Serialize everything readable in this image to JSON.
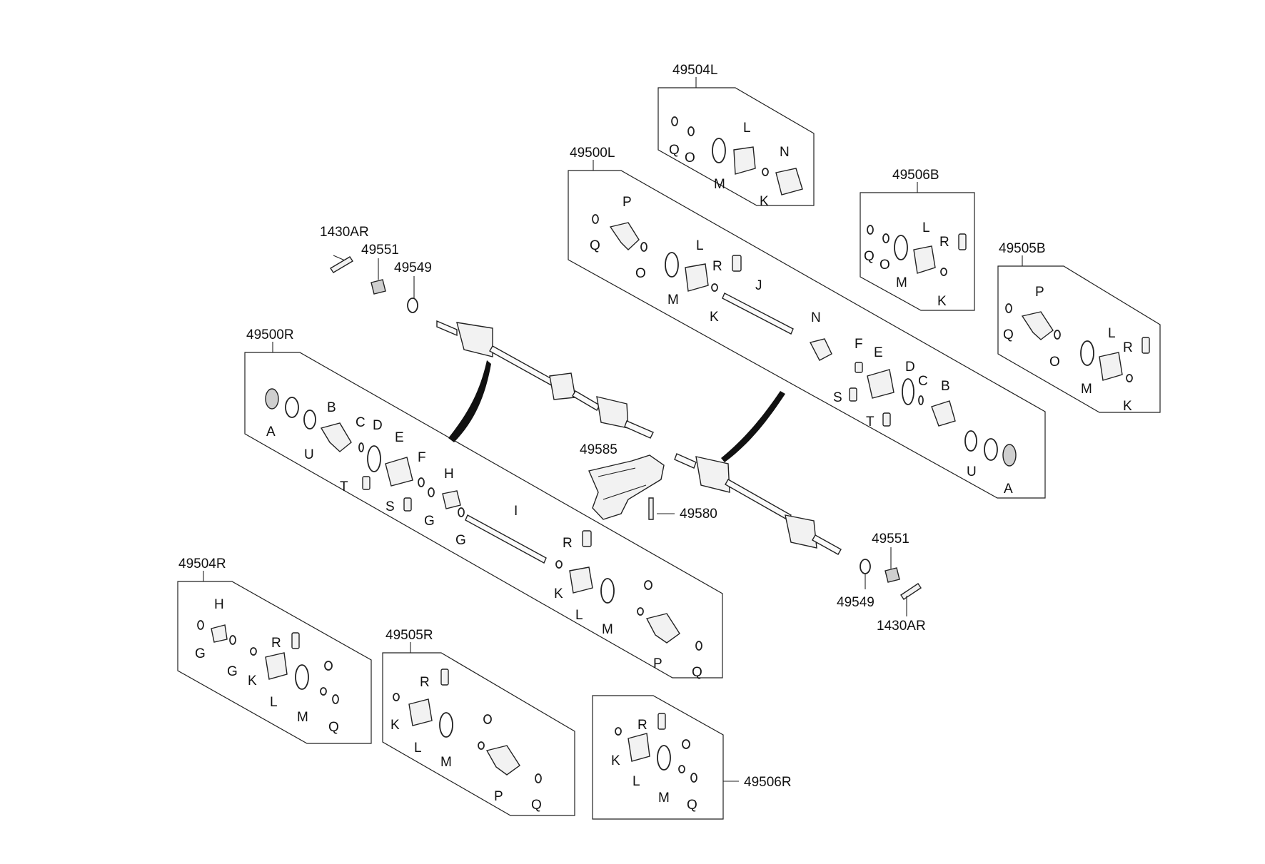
{
  "assemblies": {
    "a49504L": "49504L",
    "a49500L": "49500L",
    "a49506B": "49506B",
    "a49505B": "49505B",
    "a49500R": "49500R",
    "a49504R": "49504R",
    "a49505R": "49505R",
    "a49506R": "49506R"
  },
  "parts": {
    "p1430AR": "1430AR",
    "p49551": "49551",
    "p49549": "49549",
    "p49585": "49585",
    "p49580": "49580"
  },
  "letters": {
    "A": "A",
    "B": "B",
    "C": "C",
    "D": "D",
    "E": "E",
    "F": "F",
    "G": "G",
    "H": "H",
    "I": "I",
    "J": "J",
    "K": "K",
    "L": "L",
    "M": "M",
    "N": "N",
    "O": "O",
    "P": "P",
    "Q": "Q",
    "R": "R",
    "S": "S",
    "T": "T",
    "U": "U"
  }
}
